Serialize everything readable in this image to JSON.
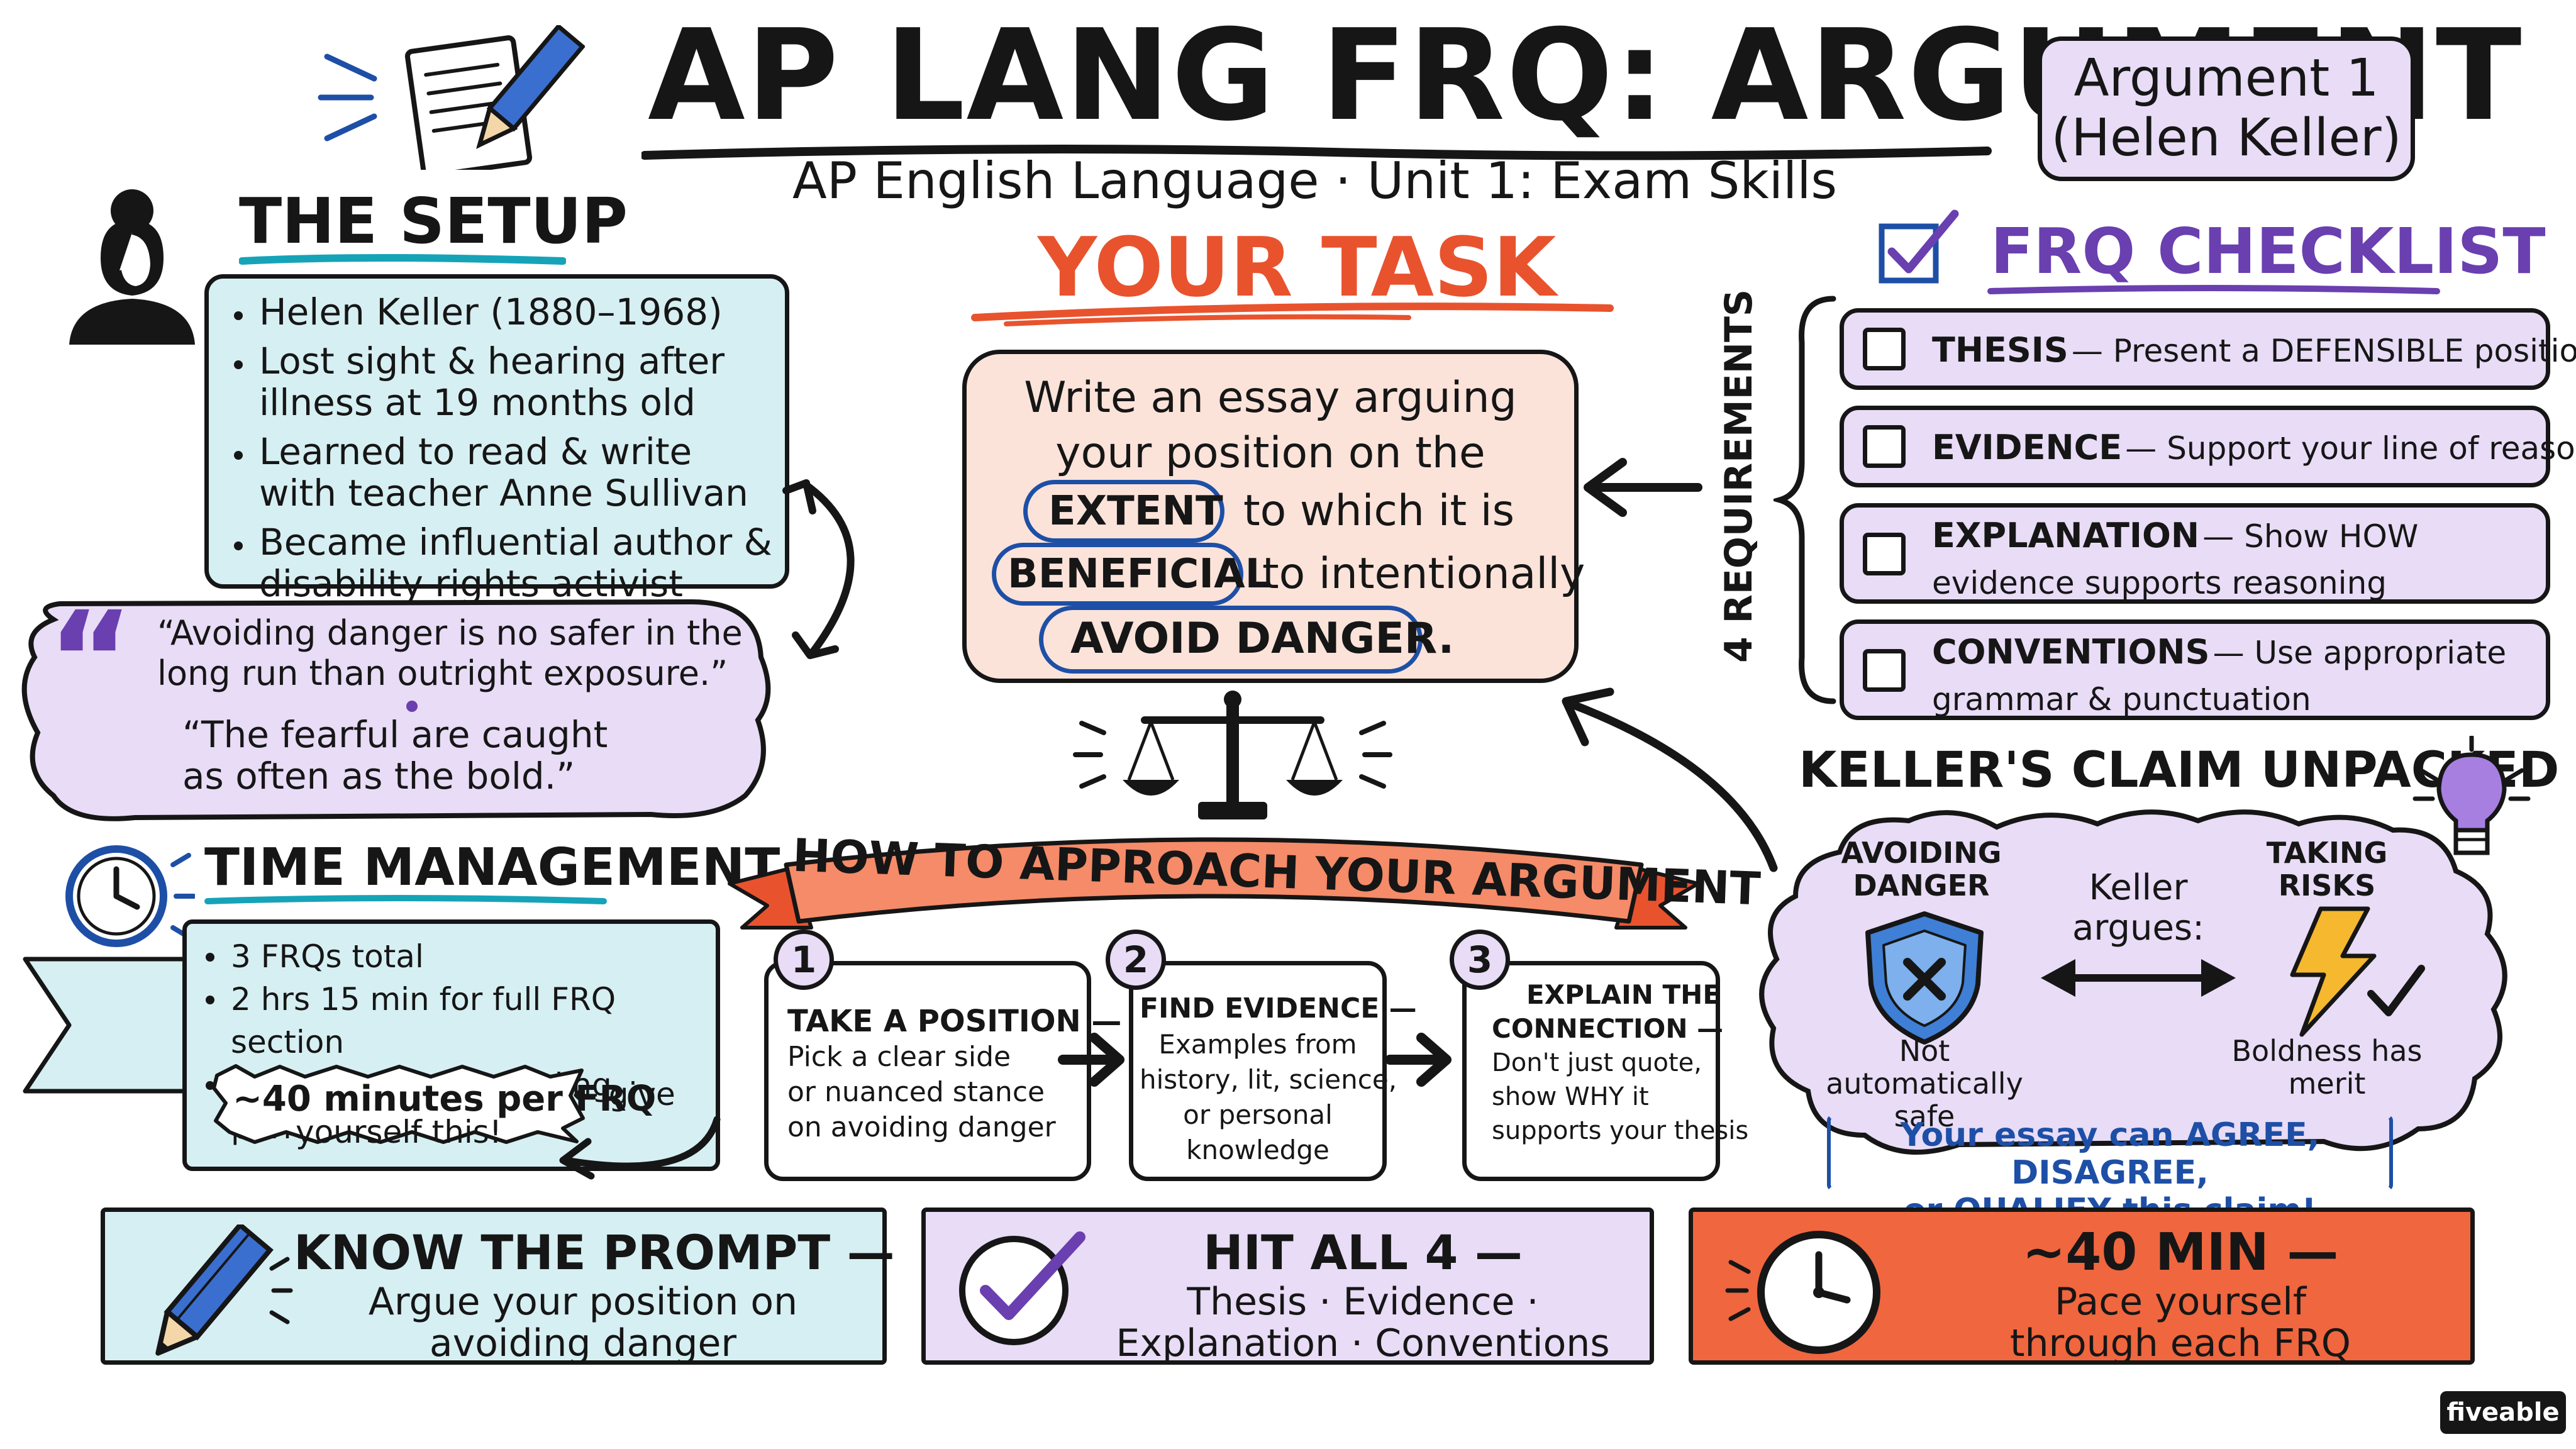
{
  "title": "AP LANG FRQ: ARGUMENT",
  "subtitle": "AP English Language · Unit 1: Exam Skills",
  "badge": {
    "line1": "Argument 1",
    "line2": "(Helen Keller)"
  },
  "setup": {
    "heading": "THE SETUP",
    "items": [
      "Helen Keller (1880–1968)",
      "Lost sight & hearing after illness at 19 months old",
      "Learned to read & write with teacher Anne Sullivan",
      "Became influential author & disability rights activist"
    ]
  },
  "quotes": {
    "q1": "“Avoiding danger is no safer in the long run than outright exposure.”",
    "q2": "“The fearful are caught as often as the bold.”"
  },
  "task": {
    "heading": "YOUR TASK",
    "line1": "Write an essay arguing",
    "line2": "your position on the",
    "w_extent": "EXTENT",
    "t_extent": "to which it is",
    "w_beneficial": "BENEFICIAL",
    "t_beneficial": "to intentionally",
    "w_avoid": "AVOID DANGER."
  },
  "checklist": {
    "heading": "FRQ CHECKLIST",
    "side_label": "4 REQUIREMENTS",
    "items": [
      {
        "label": "THESIS",
        "desc": "— Present a DEFENSIBLE position"
      },
      {
        "label": "EVIDENCE",
        "desc": "— Support your line of reasoning"
      },
      {
        "label": "EXPLANATION",
        "desc": "— Show HOW",
        "desc2": "evidence supports reasoning"
      },
      {
        "label": "CONVENTIONS",
        "desc": "— Use appropriate",
        "desc2": "grammar & punctuation"
      }
    ]
  },
  "time": {
    "heading": "TIME MANAGEMENT",
    "items": [
      "3 FRQs total",
      "2 hrs 15 min for full FRQ section",
      "Includes 15-min reading period"
    ],
    "highlight": "~40 minutes per FRQ",
    "note1": "← give",
    "note2": "yourself this!"
  },
  "approach": {
    "banner": "HOW TO APPROACH YOUR ARGUMENT",
    "steps": [
      {
        "n": "1",
        "title": "TAKE A POSITION —",
        "body": [
          "Pick a clear side",
          "or nuanced stance",
          "on avoiding danger"
        ]
      },
      {
        "n": "2",
        "title": "FIND EVIDENCE —",
        "body": [
          "Examples from",
          "history, lit, science,",
          "or personal",
          "knowledge"
        ]
      },
      {
        "n": "3",
        "title1": "EXPLAIN THE",
        "title2": "CONNECTION —",
        "body": [
          "Don't just quote,",
          "show WHY it",
          "supports your thesis"
        ]
      }
    ]
  },
  "claim": {
    "heading": "KELLER'S CLAIM UNPACKED",
    "left_head": [
      "AVOIDING",
      "DANGER"
    ],
    "left_note": [
      "Not automatically",
      "safe"
    ],
    "middle": [
      "Keller",
      "argues:"
    ],
    "right_head": [
      "TAKING",
      "RISKS"
    ],
    "right_note": [
      "Boldness has",
      "merit"
    ],
    "footer1": "Your essay can AGREE, DISAGREE,",
    "footer2": "or QUALIFY this claim!"
  },
  "bottom": {
    "b1": {
      "title": "KNOW THE PROMPT —",
      "line1": "Argue your position on",
      "line2": "avoiding danger"
    },
    "b2": {
      "title": "HIT ALL 4 —",
      "line1": "Thesis · Evidence ·",
      "line2": "Explanation · Conventions"
    },
    "b3": {
      "title": "~40 MIN —",
      "line1": "Pace yourself",
      "line2": "through each FRQ"
    }
  },
  "brand": "fiveable",
  "colors": {
    "orange": "#e8532e",
    "purple": "#6a3fb0",
    "teal_box": "#d6eff3",
    "lilac_box": "#e8dcf6",
    "peach_box": "#fbe3da",
    "orange_box": "#f0663e",
    "blue_outline": "#1e4fa6",
    "amber": "#f5b82e"
  }
}
